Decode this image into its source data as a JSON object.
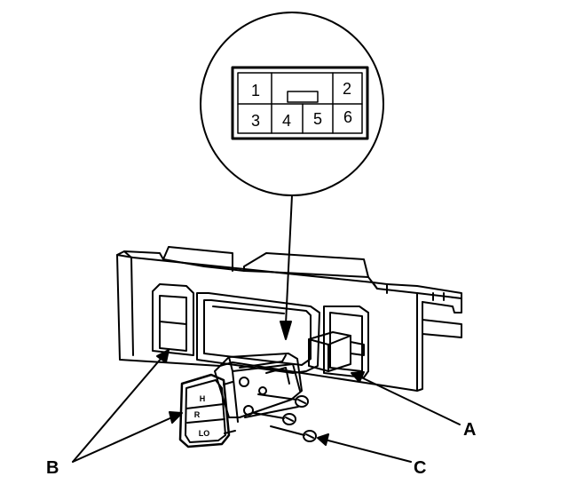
{
  "connector": {
    "pins": [
      "1",
      "2",
      "3",
      "4",
      "5",
      "6"
    ]
  },
  "callouts": {
    "a": "A",
    "b": "B",
    "c": "C"
  },
  "switch_labels": {
    "hi": "H",
    "lo": "LO",
    "r": "R"
  },
  "colors": {
    "line": "#000000",
    "background": "#ffffff"
  }
}
